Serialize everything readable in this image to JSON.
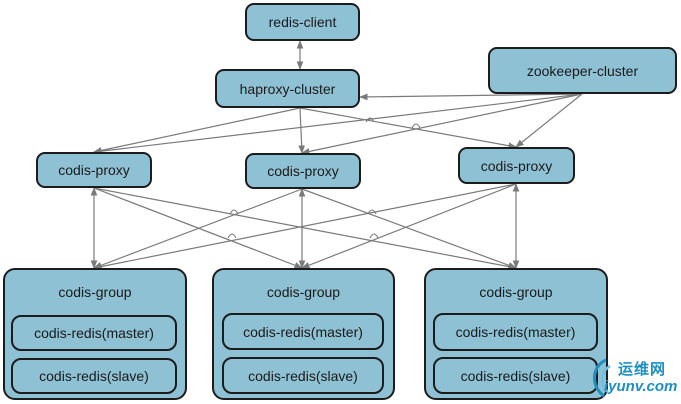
{
  "nodes": {
    "client": "redis-client",
    "haproxy": "haproxy-cluster",
    "zookeeper": "zookeeper-cluster",
    "proxies": [
      "codis-proxy",
      "codis-proxy",
      "codis-proxy"
    ]
  },
  "groups": [
    {
      "title": "codis-group",
      "master": "codis-redis(master)",
      "slave": "codis-redis(slave)"
    },
    {
      "title": "codis-group",
      "master": "codis-redis(master)",
      "slave": "codis-redis(slave)"
    },
    {
      "title": "codis-group",
      "master": "codis-redis(master)",
      "slave": "codis-redis(slave)"
    }
  ],
  "watermark": {
    "cn": "运维网",
    "url": "iyunv.com"
  },
  "colors": {
    "box_fill": "#8fc1d4",
    "box_border": "#1c1c1c",
    "line": "#7a7a7a",
    "watermark": "#1f8fc2"
  }
}
